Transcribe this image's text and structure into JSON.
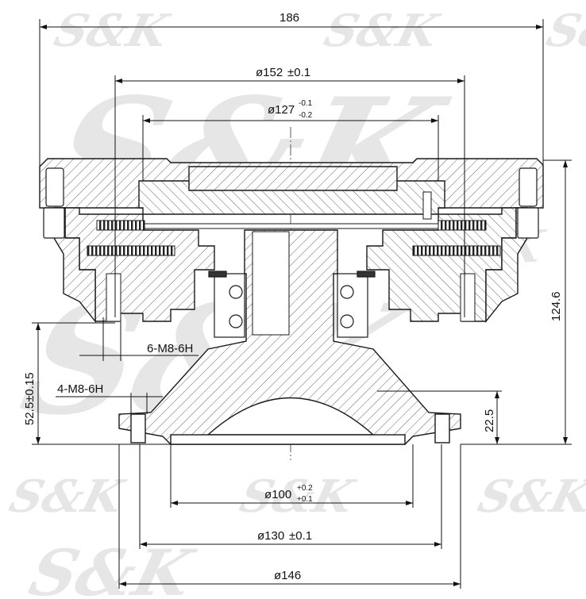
{
  "watermark": {
    "text": "S&K",
    "color": "#e6e6e6"
  },
  "dimensions": {
    "overall_width": "186",
    "d152": {
      "prefix": "ø152",
      "tol": "±0.1"
    },
    "d127": {
      "prefix": "ø127",
      "upper": "-0.1",
      "lower": "-0.2"
    },
    "height_total": "124.6",
    "height_52": "52.5±0.15",
    "height_22": "22.5",
    "thread_6": "6-M8-6H",
    "thread_4": "4-M8-6H",
    "d100": {
      "prefix": "ø100",
      "upper": "+0.2",
      "lower": "+0.1"
    },
    "d130": {
      "prefix": "ø130",
      "tol": "±0.1"
    },
    "d146": "ø146"
  },
  "colors": {
    "line": "#1a1a1a",
    "hatch": "#4a4a4a",
    "paper": "#ffffff"
  }
}
